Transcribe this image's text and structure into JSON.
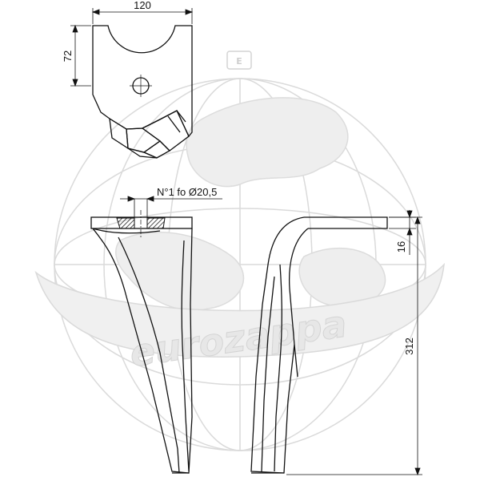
{
  "drawing": {
    "title": "",
    "dimensions": {
      "width": "120",
      "top_height": "72",
      "flange_thickness": "16",
      "total_height": "312"
    },
    "hole_note": "N°1 fo Ø20,5"
  },
  "watermark": {
    "brand": "eurozappa",
    "logo_mark": "E"
  },
  "colors": {
    "line": "#111111",
    "watermark": "#d9d9d9",
    "hatch": "#222222"
  }
}
